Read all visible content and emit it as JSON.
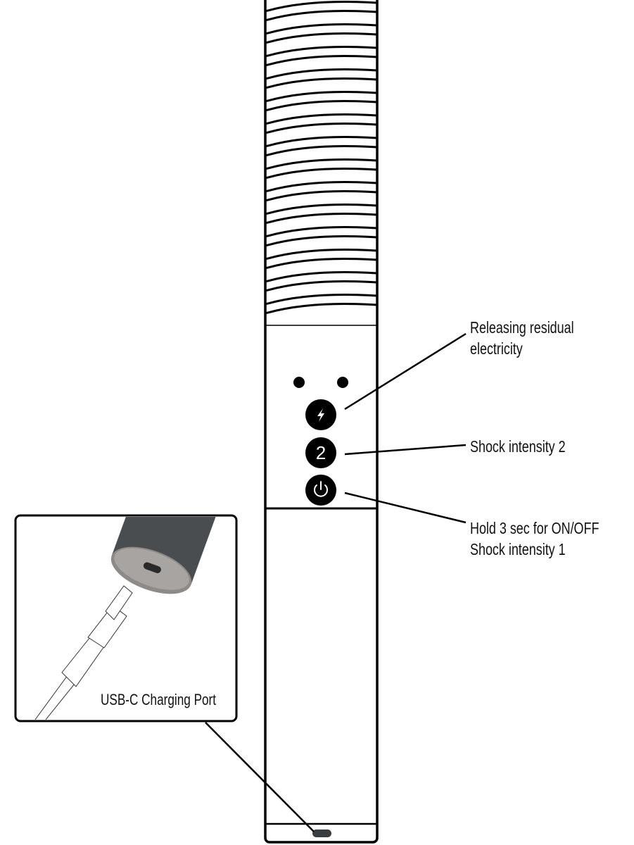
{
  "callouts": {
    "release": {
      "line1": "Releasing residual",
      "line2": "electricity"
    },
    "intensity2": {
      "line1": "Shock intensity 2"
    },
    "power": {
      "line1": "Hold 3 sec for ON/OFF",
      "line2": "Shock intensity 1"
    }
  },
  "buttons": {
    "release_icon": "lightning-icon",
    "intensity2_label": "2",
    "power_icon": "power-icon"
  },
  "inset": {
    "label": "USB-C Charging Port"
  },
  "colors": {
    "outline": "#000000",
    "device_gray": "#4a4d50",
    "port": "#3a3d40"
  }
}
